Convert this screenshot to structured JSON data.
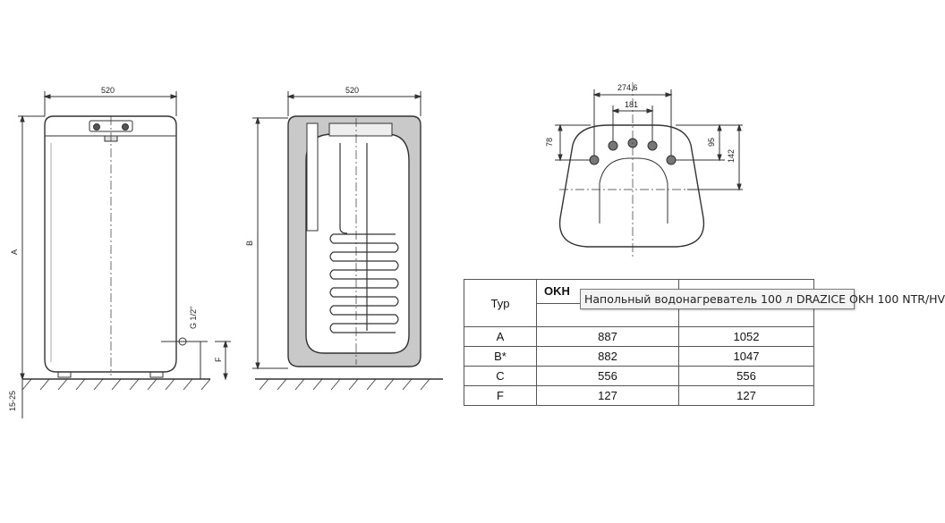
{
  "front_view": {
    "width_label": "520",
    "height_label": "A",
    "feet_label": "15-25",
    "pipe_label": "G 1/2\"",
    "f_label": "F"
  },
  "section_view": {
    "width_label": "520",
    "height_label": "B"
  },
  "top_view": {
    "dim_outer": "274,6",
    "dim_inner": "181",
    "dim_left": "78",
    "dim_right_inner": "95",
    "dim_right_outer": "142"
  },
  "table": {
    "typ_header": "Typ",
    "col1_header": "OKH",
    "col2_header": "",
    "rows": [
      {
        "label": "A",
        "v1": "887",
        "v2": "1052"
      },
      {
        "label": "B*",
        "v1": "882",
        "v2": "1047"
      },
      {
        "label": "C",
        "v1": "556",
        "v2": "556"
      },
      {
        "label": "F",
        "v1": "127",
        "v2": "127"
      }
    ]
  },
  "tooltip": {
    "text": "Напольный водонагреватель 100 л DRAZICE OKH 100 NTR/HV"
  }
}
